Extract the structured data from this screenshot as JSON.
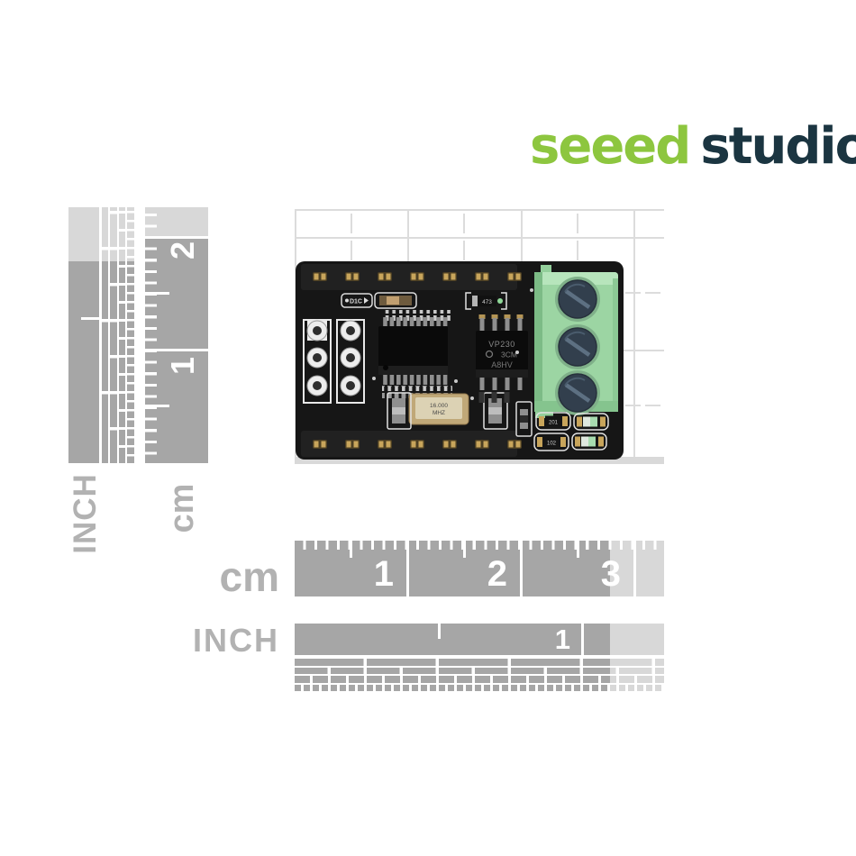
{
  "logo": {
    "seeed": "seeed",
    "studio": "studio"
  },
  "side_rulers": {
    "inch_label": "INCH",
    "cm_label": "cm",
    "cm_numbers": [
      "2",
      "1"
    ]
  },
  "bottom_rulers": {
    "cm": {
      "label": "cm",
      "numbers": [
        "1",
        "2",
        "3"
      ]
    },
    "inch": {
      "label": "INCH",
      "numbers": [
        "1"
      ]
    }
  },
  "pcb": {
    "silkscreen_d1": "D1C",
    "resistor_473": "473",
    "resistor_201": "201",
    "resistor_102": "102",
    "crystal_line1": "16.000",
    "crystal_line2": "MHZ",
    "transceiver_line1": "VP230",
    "transceiver_line2": "3CM",
    "transceiver_line3": "A8HV"
  },
  "colors": {
    "logo_green": "#8dc63f",
    "logo_dark": "#1b3541",
    "ruler_dark": "#a6a6a6",
    "ruler_light": "#d8d8d8",
    "label_gray": "#b2b2b2",
    "grid_line": "#dcdcdc",
    "pcb_black": "#161616",
    "terminal_green": "#9cd5a3",
    "pad_gold": "#c8a55b",
    "screw_dark": "#323f4d"
  }
}
